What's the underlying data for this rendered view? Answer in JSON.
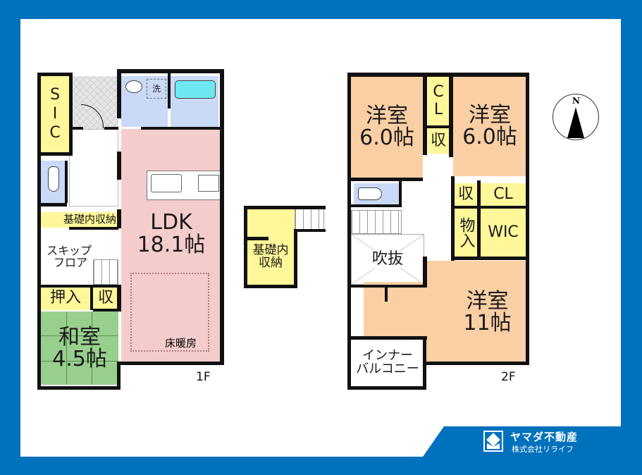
{
  "frame": {
    "border_color": "#0071bc",
    "background": "#ffffff"
  },
  "floor1": {
    "label": "1F",
    "rooms": {
      "sic": {
        "label": "SIC"
      },
      "wash": {
        "label": "洗"
      },
      "ldk": {
        "name": "LDK",
        "size": "18.1帖"
      },
      "floor_heating": {
        "label": "床暖房"
      },
      "kiso_storage": {
        "label": "基礎内収納"
      },
      "skip_floor": {
        "line1": "スキップ",
        "line2": "フロア"
      },
      "oshiire": {
        "label": "押入"
      },
      "shu": {
        "label": "収"
      },
      "washitsu": {
        "name": "和室",
        "size": "4.5帖"
      }
    }
  },
  "middle": {
    "kiso_storage": {
      "line1": "基礎内",
      "line2": "収納"
    }
  },
  "floor2": {
    "label": "2F",
    "rooms": {
      "youshitsu_left": {
        "name": "洋室",
        "size": "6.0帖"
      },
      "youshitsu_right": {
        "name": "洋室",
        "size": "6.0帖"
      },
      "cl_top": {
        "label": "CL"
      },
      "shu_top": {
        "label": "収"
      },
      "shu_mid": {
        "label": "収"
      },
      "cl_mid": {
        "label": "CL"
      },
      "monoire": {
        "label": "物入"
      },
      "wic": {
        "label": "WIC"
      },
      "fukinuke": {
        "label": "吹抜"
      },
      "youshitsu_big": {
        "name": "洋室",
        "size": "11帖"
      },
      "inner_balcony": {
        "line1": "インナー",
        "line2": "バルコニー"
      }
    }
  },
  "compass": {
    "label": "N"
  },
  "colors": {
    "storage": "#fff799",
    "ldk": "#f5cccc",
    "wet": "#c9d9f7",
    "bedroom": "#fbcfa4",
    "tatami": "#97d08c",
    "bath": "#6ee8f0"
  },
  "company": {
    "brand": "ヤマダ不動産",
    "subtitle": "株式会社リライフ"
  }
}
